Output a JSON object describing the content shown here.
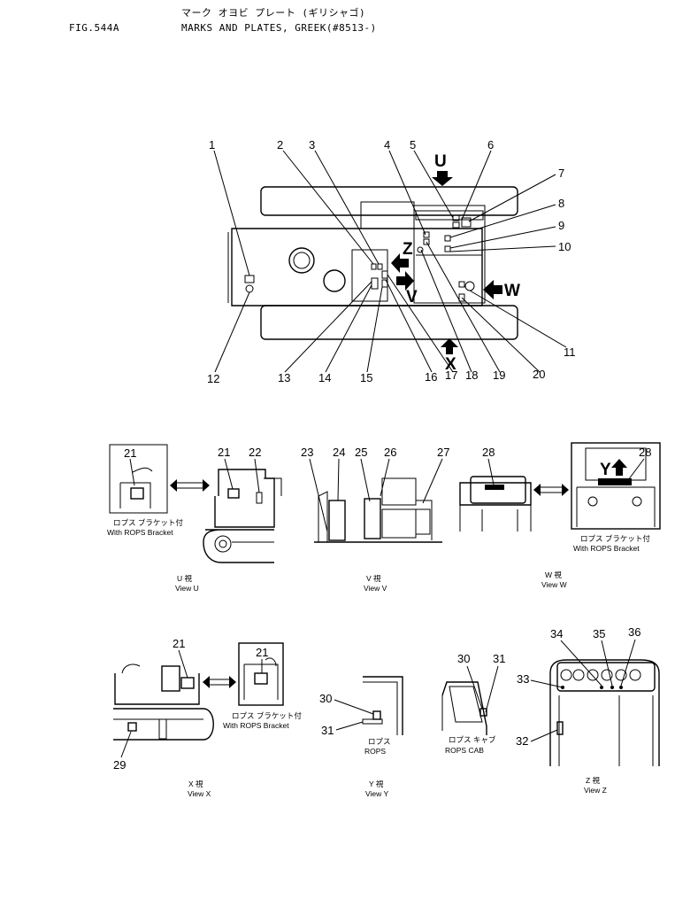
{
  "header": {
    "kana_title": "マーク オヨビ プレート (ギリシャゴ)",
    "fig_number": "FIG.544A",
    "title": "MARKS AND PLATES, GREEK(#8513-)"
  },
  "top_view": {
    "callouts": [
      "1",
      "2",
      "3",
      "4",
      "5",
      "6",
      "7",
      "8",
      "9",
      "10",
      "11",
      "12",
      "13",
      "14",
      "15",
      "16",
      "17",
      "18",
      "19",
      "20"
    ],
    "arrow_labels": {
      "u": "U",
      "v": "V",
      "w": "W",
      "x": "X",
      "z": "Z"
    }
  },
  "view_u": {
    "callouts": [
      "21",
      "21",
      "22"
    ],
    "inset_caption_jp": "ロプス ブラケット付",
    "inset_caption": "With ROPS Bracket",
    "caption_jp": "U 視",
    "caption": "View U"
  },
  "view_v": {
    "callouts": [
      "23",
      "24",
      "25",
      "26",
      "27"
    ],
    "caption_jp": "V 視",
    "caption": "View V"
  },
  "view_w": {
    "callouts": [
      "28",
      "28"
    ],
    "y_label": "Y",
    "inset_caption_jp": "ロプス ブラケット付",
    "inset_caption": "With ROPS Bracket",
    "caption_jp": "W 視",
    "caption": "View W"
  },
  "view_x": {
    "callouts": [
      "21",
      "21",
      "29"
    ],
    "inset_caption_jp": "ロプス ブラケット付",
    "inset_caption": "With ROPS Bracket",
    "caption_jp": "X 視",
    "caption": "View X"
  },
  "view_y": {
    "callouts": [
      "30",
      "31"
    ],
    "sub_jp": "ロプス",
    "sub": "ROPS",
    "caption_jp": "Y 視",
    "caption": "View Y"
  },
  "view_rops_cab": {
    "callouts": [
      "30",
      "31"
    ],
    "sub_jp": "ロプス キャブ",
    "sub": "ROPS CAB"
  },
  "view_z": {
    "callouts": [
      "32",
      "33",
      "34",
      "35",
      "36"
    ],
    "caption_jp": "Z 視",
    "caption": "View Z"
  }
}
